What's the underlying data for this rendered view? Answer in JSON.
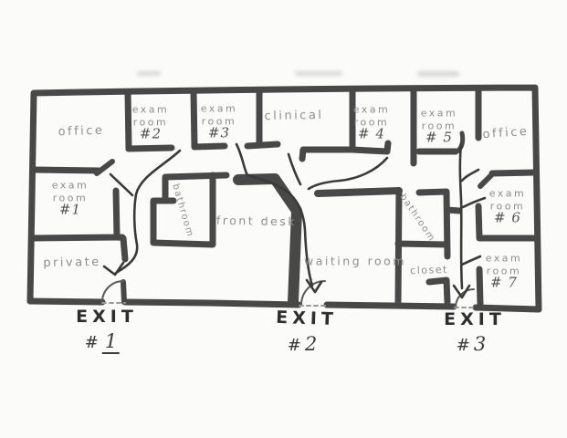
{
  "colors": {
    "background": "#fbfbf9",
    "wall": "#484848",
    "room_label": "#8e8e8e",
    "room_number": "#525252",
    "exit_label": "#2e2e2e",
    "route_line": "#3a3a3a",
    "door_arc": "#5a5a5a",
    "threshold": "#9a9a9a"
  },
  "rooms": {
    "office_left": {
      "label": "office"
    },
    "exam_2": {
      "line1": "exam",
      "line2": "room",
      "num": "#2"
    },
    "exam_3": {
      "line1": "exam",
      "line2": "room",
      "num": "#3"
    },
    "clinical": {
      "label": "clinical"
    },
    "exam_4": {
      "line1": "exam",
      "line2": "room",
      "num": "# 4"
    },
    "exam_5": {
      "line1": "exam",
      "line2": "room",
      "num": "# 5"
    },
    "office_right": {
      "label": "office"
    },
    "exam_1": {
      "line1": "exam",
      "line2": "room",
      "num": "#1"
    },
    "private": {
      "label": "private"
    },
    "bathroom_left": {
      "label": "bathroom"
    },
    "front_desk": {
      "label": "front desk"
    },
    "waiting_room": {
      "label": "waiting room"
    },
    "bathroom_right": {
      "label": "bathroom"
    },
    "closet": {
      "label": "closet"
    },
    "exam_6": {
      "line1": "exam",
      "line2": "room",
      "num": "# 6"
    },
    "exam_7": {
      "line1": "exam",
      "line2": "room",
      "num": "# 7"
    }
  },
  "exits": {
    "exit_1": {
      "word": "EXIT",
      "hash": "#",
      "digit": "1"
    },
    "exit_2": {
      "word": "EXIT",
      "hash": "#",
      "digit": "2"
    },
    "exit_3": {
      "word": "EXIT",
      "hash": "#",
      "digit": "3"
    }
  }
}
